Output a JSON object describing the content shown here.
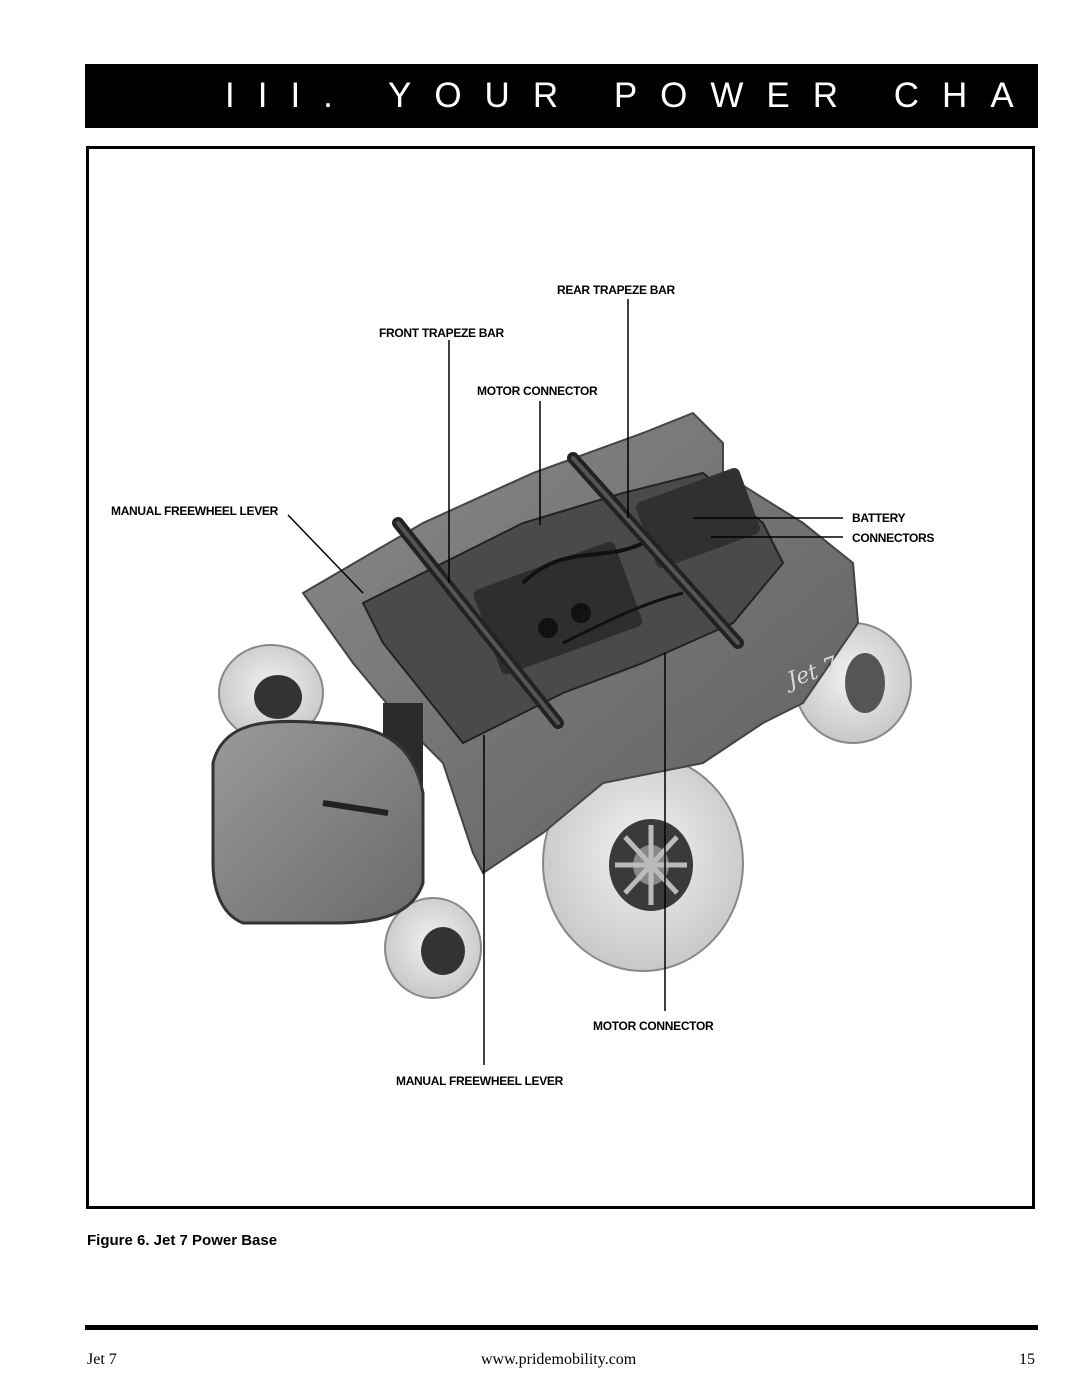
{
  "header": {
    "title": "III. YOUR POWER CHAIR"
  },
  "figure": {
    "caption": "Figure 6.  Jet 7 Power Base",
    "callouts": {
      "rear_trapeze_bar": "REAR TRAPEZE BAR",
      "front_trapeze_bar": "FRONT TRAPEZE BAR",
      "motor_connector_top": "MOTOR CONNECTOR",
      "manual_freewheel_lever_left": "MANUAL FREEWHEEL LEVER",
      "battery": "BATTERY",
      "connectors": "CONNECTORS",
      "motor_connector_bottom": "MOTOR CONNECTOR",
      "manual_freewheel_lever_bottom": "MANUAL FREEWHEEL LEVER"
    },
    "logo_text": "Jet 7"
  },
  "footer": {
    "left": "Jet 7",
    "center": "www.pridemobility.com",
    "page_number": "15"
  }
}
